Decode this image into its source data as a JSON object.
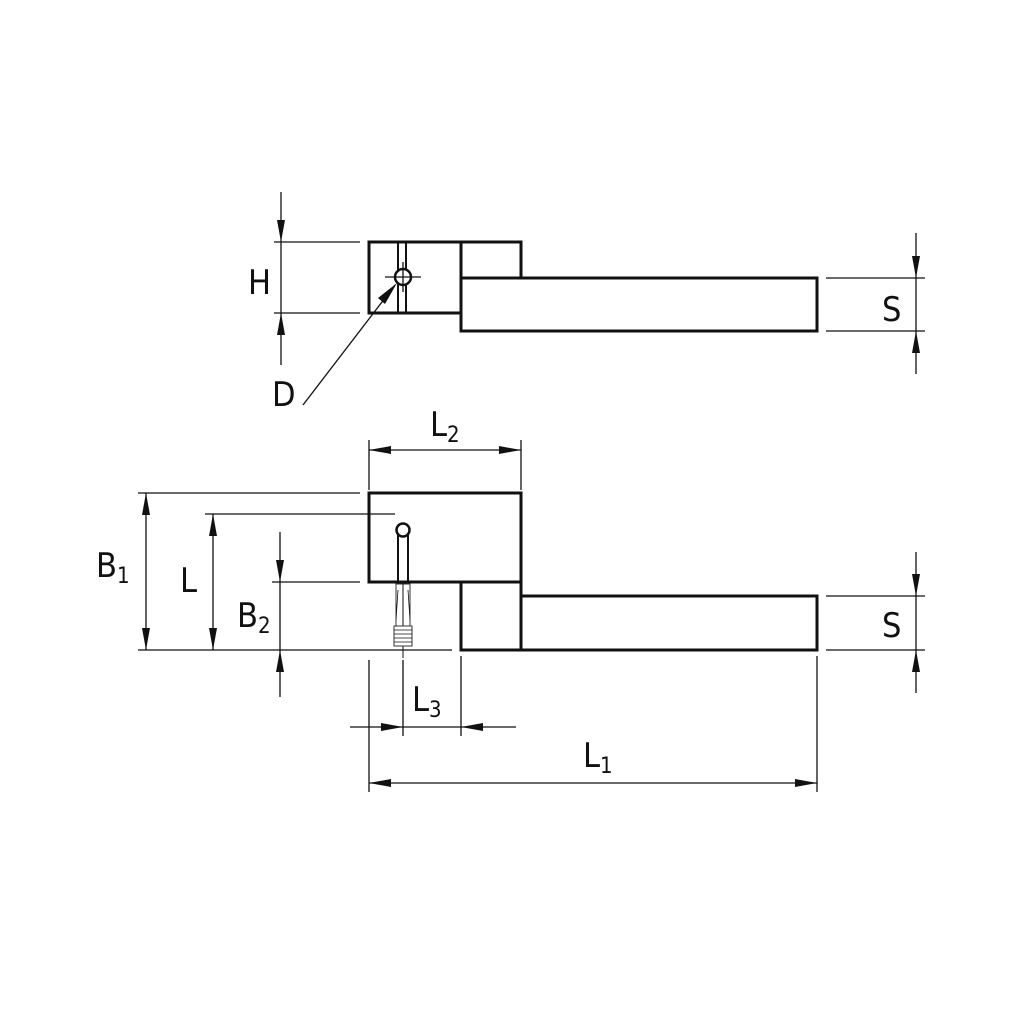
{
  "labels": {
    "H": "H",
    "D": "D",
    "S_top": "S",
    "S_bottom": "S",
    "L2": "L",
    "L2_sub": "2",
    "B1": "B",
    "B1_sub": "1",
    "L": "L",
    "B2": "B",
    "B2_sub": "2",
    "L3": "L",
    "L3_sub": "3",
    "L1": "L",
    "L1_sub": "1"
  },
  "colors": {
    "line": "#111111",
    "background": "#ffffff"
  }
}
